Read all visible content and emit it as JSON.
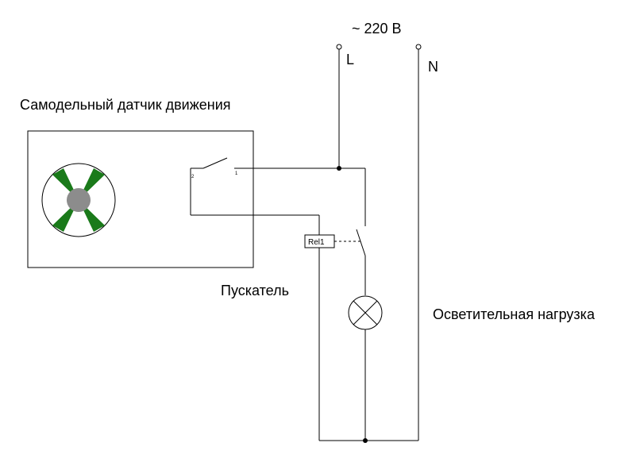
{
  "supply": {
    "voltage_label": "~ 220 В",
    "line_label": "L",
    "neutral_label": "N"
  },
  "sensor": {
    "title": "Самодельный датчик движения",
    "contact_pin_2": "2",
    "contact_pin_1": "1",
    "icon": "motion-sensor-icon",
    "colors": {
      "blade": "#1a7a1a",
      "hub": "#8c8c8c"
    }
  },
  "relay": {
    "title": "Пускатель",
    "tag": "Rel1"
  },
  "load": {
    "title": "Осветительная нагрузка",
    "icon": "lamp-icon"
  }
}
